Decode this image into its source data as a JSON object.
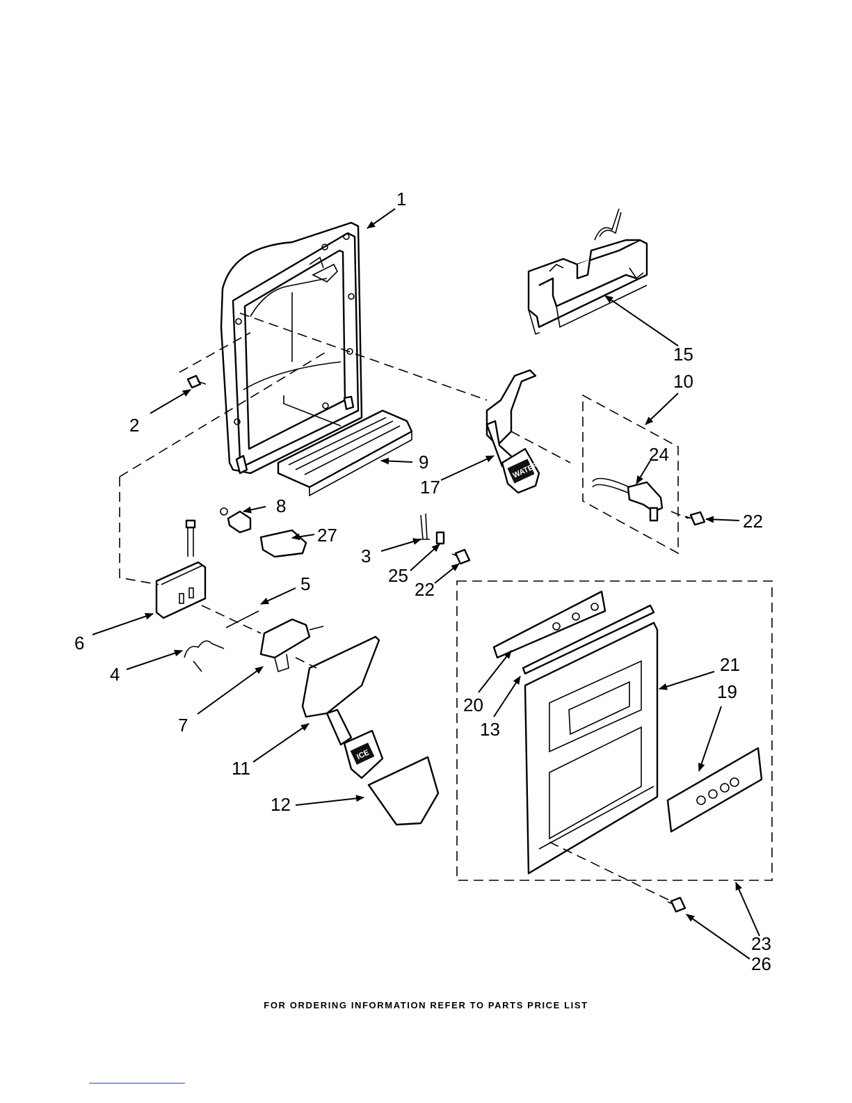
{
  "footer_note": "FOR ORDERING INFORMATION REFER TO PARTS PRICE LIST",
  "callouts": {
    "c1": "1",
    "c2": "2",
    "c3": "3",
    "c4": "4",
    "c5": "5",
    "c6": "6",
    "c7": "7",
    "c8": "8",
    "c9": "9",
    "c10": "10",
    "c11": "11",
    "c12": "12",
    "c13": "13",
    "c15": "15",
    "c17": "17",
    "c19": "19",
    "c20": "20",
    "c21": "21",
    "c22a": "22",
    "c22b": "22",
    "c23": "23",
    "c24": "24",
    "c25": "25",
    "c26": "26",
    "c27": "27"
  },
  "stickers": {
    "water": "WATER",
    "ice": "ICE"
  }
}
